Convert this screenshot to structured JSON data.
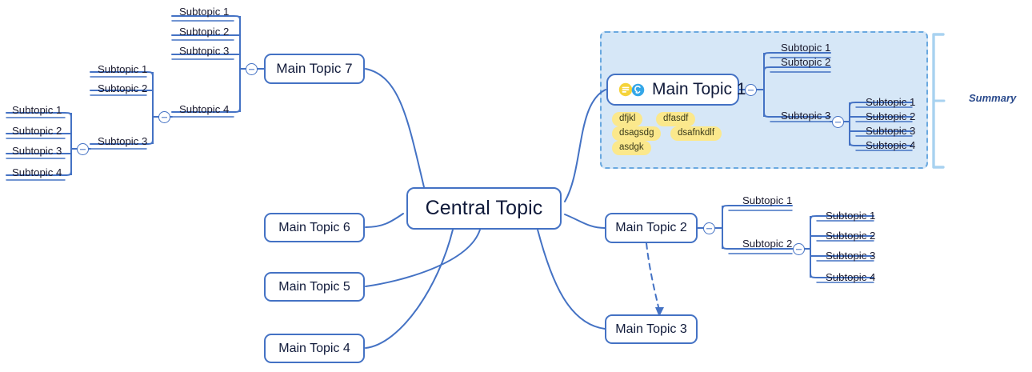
{
  "document": {
    "type": "mind-map",
    "background": "#ffffff",
    "accent": "#4472c4",
    "boundary_fill": "#d6e7f7",
    "boundary_stroke": "#6aa9e0",
    "tag_fill": "#fbe88c",
    "summary_color": "#2b4b8d"
  },
  "central": {
    "label": "Central Topic"
  },
  "main_topics": {
    "topic1": {
      "label": "Main Topic 1"
    },
    "topic2": {
      "label": "Main Topic 2"
    },
    "topic3": {
      "label": "Main Topic 3"
    },
    "topic4": {
      "label": "Main Topic 4"
    },
    "topic5": {
      "label": "Main Topic 5"
    },
    "topic6": {
      "label": "Main Topic 6"
    },
    "topic7": {
      "label": "Main Topic 7"
    }
  },
  "topic1_icons": [
    {
      "name": "note-icon",
      "color": "#f5d33a"
    },
    {
      "name": "link-icon",
      "color": "#2f9fe3"
    }
  ],
  "topic1_tags": [
    {
      "label": "dfjkl"
    },
    {
      "label": "dfasdf"
    },
    {
      "label": "dsagsdg"
    },
    {
      "label": "dsafnkdlf"
    },
    {
      "label": "asdgk"
    }
  ],
  "summary": {
    "label": "Summary"
  },
  "branches": {
    "topic1_children": [
      {
        "label": "Subtopic 1"
      },
      {
        "label": "Subtopic 2"
      },
      {
        "label": "Subtopic 3"
      }
    ],
    "topic1_sub3_children": [
      {
        "label": "Subtopic 1"
      },
      {
        "label": "Subtopic 2"
      },
      {
        "label": "Subtopic 3"
      },
      {
        "label": "Subtopic 4"
      }
    ],
    "topic2_children": [
      {
        "label": "Subtopic 1"
      },
      {
        "label": "Subtopic 2"
      }
    ],
    "topic2_sub2_children": [
      {
        "label": "Subtopic 1"
      },
      {
        "label": "Subtopic 2"
      },
      {
        "label": "Subtopic 3"
      },
      {
        "label": "Subtopic 4"
      }
    ],
    "topic7_children": [
      {
        "label": "Subtopic 1"
      },
      {
        "label": "Subtopic 2"
      },
      {
        "label": "Subtopic 3"
      },
      {
        "label": "Subtopic 4"
      }
    ],
    "topic7_sub4_children": [
      {
        "label": "Subtopic 1"
      },
      {
        "label": "Subtopic 2"
      },
      {
        "label": "Subtopic 3"
      }
    ],
    "topic7_sub4_sub3_children": [
      {
        "label": "Subtopic 1"
      },
      {
        "label": "Subtopic 2"
      },
      {
        "label": "Subtopic 3"
      },
      {
        "label": "Subtopic 4"
      }
    ]
  }
}
